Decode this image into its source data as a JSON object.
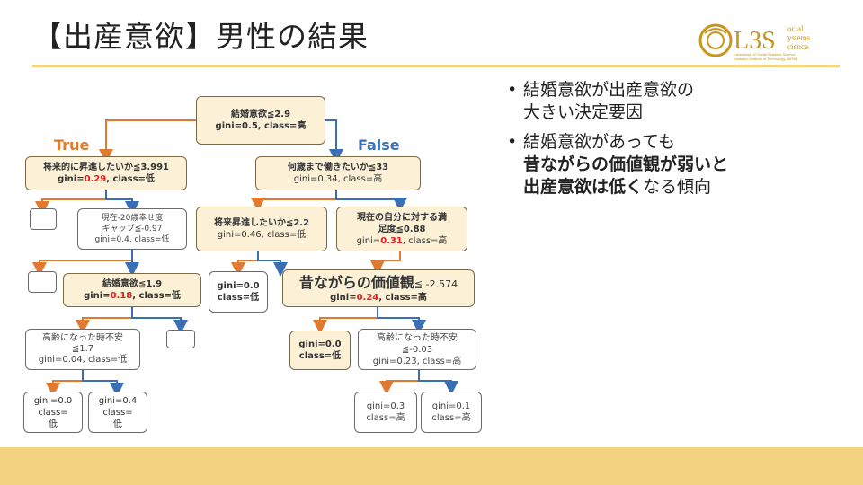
{
  "title": "【出産意欲】男性の結果",
  "logo": {
    "main": "L3S",
    "line1": "ocial",
    "line2": "ystems",
    "line3": "cience",
    "sub": "Laboratory for Social Systems Science",
    "sub2": "Hokkaido Institute of Technology JAPAN"
  },
  "labels": {
    "true": "True",
    "false": "False"
  },
  "nodes": {
    "root": {
      "line1": "結婚意欲≦2.9",
      "line2": "gini=0.5, class=高"
    },
    "l1": {
      "line1": "将来的に昇進したいか≦3.991",
      "gini_pre": "gini=",
      "gini_val": "0.29",
      "gini_post": ", class=低"
    },
    "r1": {
      "line1": "何歳まで働きたいか≦33",
      "line2": "gini=0.34, class=高"
    },
    "l2": {
      "line1": "現在-20歳幸せ度",
      "line2": "ギャップ≦-0.97",
      "line3": "gini=0.4, class=低"
    },
    "l3": {
      "line1": "結婚意欲≦1.9",
      "gini_pre": "gini=",
      "gini_val": "0.18",
      "gini_post": ", class=低"
    },
    "l4": {
      "line1": "高齢になった時不安",
      "line2": "≦1.7",
      "line3": "gini=0.04, class=低"
    },
    "l5a": {
      "line1": "gini=0.0",
      "line2": "class=",
      "line3": "低"
    },
    "l5b": {
      "line1": "gini=0.4",
      "line2": "class=",
      "line3": "低"
    },
    "r2a": {
      "line1": "将来昇進したいか≦2.2",
      "line2": "gini=0.46, class=低"
    },
    "r2b": {
      "line1": "現在の自分に対する満",
      "line2": "足度≦0.88",
      "gini_pre": "gini=",
      "gini_val": "0.31",
      "gini_post": ", class=高"
    },
    "r3a": {
      "line1": "gini=0.0",
      "line2": "class=低"
    },
    "r3b": {
      "big": "昔ながらの価値観",
      "cond": "≦ -2.574",
      "gini_pre": "gini=",
      "gini_val": "0.24",
      "gini_post": ", class=高"
    },
    "r4a": {
      "line1": "gini=0.0",
      "line2": "class=低"
    },
    "r4b": {
      "line1": "高齢になった時不安",
      "line2": "≦-0.03",
      "line3": "gini=0.23, class=高"
    },
    "r5a": {
      "line1": "gini=0.3",
      "line2": "class=高"
    },
    "r5b": {
      "line1": "gini=0.1",
      "line2": "class=高"
    }
  },
  "bullets": [
    {
      "lines": [
        "結婚意欲が出産意欲の",
        "大きい決定要因"
      ]
    },
    {
      "line1": "結婚意欲があっても",
      "line2_strong": "昔ながらの価値観が弱いと",
      "line3_strong": "出産意欲は低く",
      "line3_rest": "なる傾向"
    }
  ],
  "colors": {
    "true_edge": "#e07a30",
    "false_edge": "#3a6fb5",
    "highlight": "#fcf1d7",
    "accent_band": "#f2d480",
    "gini_red": "#e02020"
  }
}
